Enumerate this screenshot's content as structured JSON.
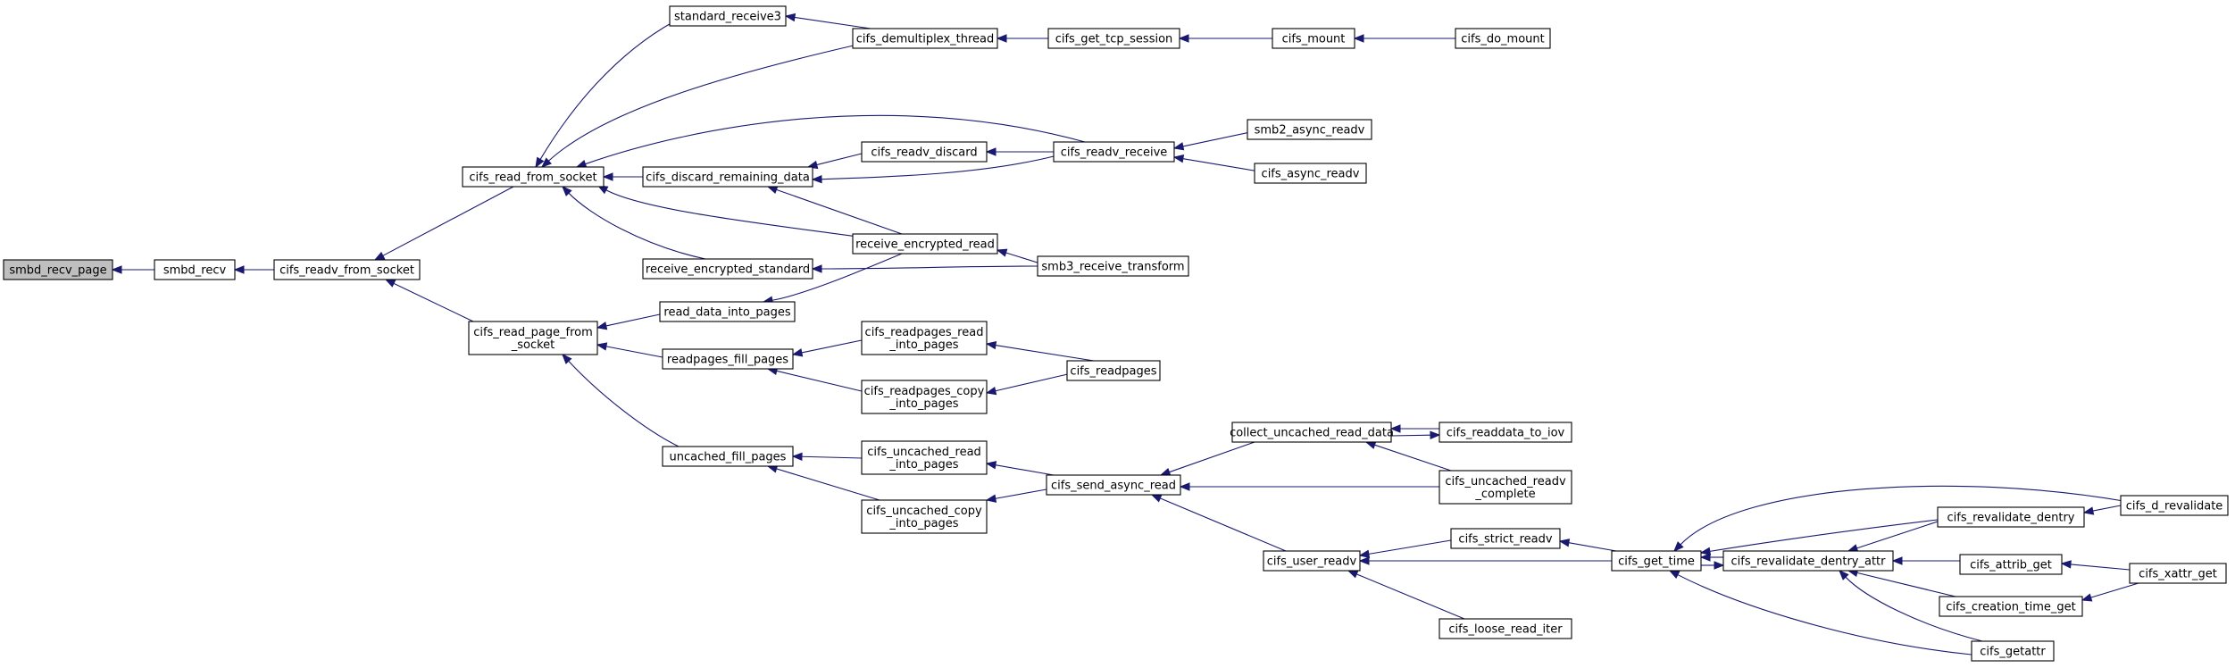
{
  "nodes": [
    {
      "id": "smbd_recv_page",
      "lines": [
        "smbd_recv_page"
      ],
      "highlight": true
    },
    {
      "id": "smbd_recv",
      "lines": [
        "smbd_recv"
      ]
    },
    {
      "id": "cifs_readv_from_socket",
      "lines": [
        "cifs_readv_from_socket"
      ]
    },
    {
      "id": "cifs_read_from_socket",
      "lines": [
        "cifs_read_from_socket"
      ]
    },
    {
      "id": "cifs_read_page_from_socket",
      "lines": [
        "cifs_read_page_from",
        "_socket"
      ]
    },
    {
      "id": "standard_receive3",
      "lines": [
        "standard_receive3"
      ]
    },
    {
      "id": "cifs_discard_remaining_data",
      "lines": [
        "cifs_discard_remaining_data"
      ]
    },
    {
      "id": "receive_encrypted_standard",
      "lines": [
        "receive_encrypted_standard"
      ]
    },
    {
      "id": "read_data_into_pages",
      "lines": [
        "read_data_into_pages"
      ]
    },
    {
      "id": "readpages_fill_pages",
      "lines": [
        "readpages_fill_pages"
      ]
    },
    {
      "id": "uncached_fill_pages",
      "lines": [
        "uncached_fill_pages"
      ]
    },
    {
      "id": "cifs_demultiplex_thread",
      "lines": [
        "cifs_demultiplex_thread"
      ]
    },
    {
      "id": "cifs_readv_discard",
      "lines": [
        "cifs_readv_discard"
      ]
    },
    {
      "id": "receive_encrypted_read",
      "lines": [
        "receive_encrypted_read"
      ]
    },
    {
      "id": "cifs_readpages_read_into_pages",
      "lines": [
        "cifs_readpages_read",
        "_into_pages"
      ]
    },
    {
      "id": "cifs_readpages_copy_into_pages",
      "lines": [
        "cifs_readpages_copy",
        "_into_pages"
      ]
    },
    {
      "id": "cifs_uncached_read_into_pages",
      "lines": [
        "cifs_uncached_read",
        "_into_pages"
      ]
    },
    {
      "id": "cifs_uncached_copy_into_pages",
      "lines": [
        "cifs_uncached_copy",
        "_into_pages"
      ]
    },
    {
      "id": "cifs_get_tcp_session",
      "lines": [
        "cifs_get_tcp_session"
      ]
    },
    {
      "id": "cifs_readv_receive",
      "lines": [
        "cifs_readv_receive"
      ]
    },
    {
      "id": "smb3_receive_transform",
      "lines": [
        "smb3_receive_transform"
      ]
    },
    {
      "id": "cifs_readpages",
      "lines": [
        "cifs_readpages"
      ]
    },
    {
      "id": "cifs_send_async_read",
      "lines": [
        "cifs_send_async_read"
      ]
    },
    {
      "id": "cifs_mount",
      "lines": [
        "cifs_mount"
      ]
    },
    {
      "id": "smb2_async_readv",
      "lines": [
        "smb2_async_readv"
      ]
    },
    {
      "id": "cifs_async_readv",
      "lines": [
        "cifs_async_readv"
      ]
    },
    {
      "id": "collect_uncached_read_data",
      "lines": [
        "collect_uncached_read_data"
      ]
    },
    {
      "id": "cifs_user_readv",
      "lines": [
        "cifs_user_readv"
      ]
    },
    {
      "id": "cifs_do_mount",
      "lines": [
        "cifs_do_mount"
      ]
    },
    {
      "id": "cifs_readdata_to_iov",
      "lines": [
        "cifs_readdata_to_iov"
      ]
    },
    {
      "id": "cifs_uncached_readv_complete",
      "lines": [
        "cifs_uncached_readv",
        "_complete"
      ]
    },
    {
      "id": "cifs_strict_readv",
      "lines": [
        "cifs_strict_readv"
      ]
    },
    {
      "id": "cifs_loose_read_iter",
      "lines": [
        "cifs_loose_read_iter"
      ]
    },
    {
      "id": "cifs_get_time",
      "lines": [
        "cifs_get_time"
      ]
    },
    {
      "id": "cifs_revalidate_dentry_attr",
      "lines": [
        "cifs_revalidate_dentry_attr"
      ]
    },
    {
      "id": "cifs_revalidate_dentry",
      "lines": [
        "cifs_revalidate_dentry"
      ]
    },
    {
      "id": "cifs_attrib_get",
      "lines": [
        "cifs_attrib_get"
      ]
    },
    {
      "id": "cifs_creation_time_get",
      "lines": [
        "cifs_creation_time_get"
      ]
    },
    {
      "id": "cifs_getattr",
      "lines": [
        "cifs_getattr"
      ]
    },
    {
      "id": "cifs_d_revalidate",
      "lines": [
        "cifs_d_revalidate"
      ]
    },
    {
      "id": "cifs_xattr_get",
      "lines": [
        "cifs_xattr_get"
      ]
    }
  ],
  "edges": [
    [
      "smbd_recv",
      "smbd_recv_page"
    ],
    [
      "cifs_readv_from_socket",
      "smbd_recv"
    ],
    [
      "cifs_read_from_socket",
      "cifs_readv_from_socket"
    ],
    [
      "cifs_read_page_from_socket",
      "cifs_readv_from_socket"
    ],
    [
      "standard_receive3",
      "cifs_read_from_socket"
    ],
    [
      "cifs_demultiplex_thread",
      "cifs_read_from_socket"
    ],
    [
      "cifs_discard_remaining_data",
      "cifs_read_from_socket"
    ],
    [
      "cifs_readv_receive",
      "cifs_read_from_socket"
    ],
    [
      "receive_encrypted_standard",
      "cifs_read_from_socket"
    ],
    [
      "receive_encrypted_read",
      "cifs_read_from_socket"
    ],
    [
      "cifs_demultiplex_thread",
      "standard_receive3"
    ],
    [
      "cifs_get_tcp_session",
      "cifs_demultiplex_thread"
    ],
    [
      "cifs_mount",
      "cifs_get_tcp_session"
    ],
    [
      "cifs_do_mount",
      "cifs_mount"
    ],
    [
      "cifs_readv_discard",
      "cifs_discard_remaining_data"
    ],
    [
      "cifs_readv_receive",
      "cifs_discard_remaining_data"
    ],
    [
      "receive_encrypted_read",
      "cifs_discard_remaining_data"
    ],
    [
      "cifs_readv_receive",
      "cifs_readv_discard"
    ],
    [
      "smb2_async_readv",
      "cifs_readv_receive"
    ],
    [
      "cifs_async_readv",
      "cifs_readv_receive"
    ],
    [
      "smb3_receive_transform",
      "receive_encrypted_read"
    ],
    [
      "smb3_receive_transform",
      "receive_encrypted_standard"
    ],
    [
      "read_data_into_pages",
      "cifs_read_page_from_socket"
    ],
    [
      "readpages_fill_pages",
      "cifs_read_page_from_socket"
    ],
    [
      "uncached_fill_pages",
      "cifs_read_page_from_socket"
    ],
    [
      "receive_encrypted_read",
      "read_data_into_pages"
    ],
    [
      "cifs_readpages_read_into_pages",
      "readpages_fill_pages"
    ],
    [
      "cifs_readpages_copy_into_pages",
      "readpages_fill_pages"
    ],
    [
      "cifs_readpages",
      "cifs_readpages_read_into_pages"
    ],
    [
      "cifs_readpages",
      "cifs_readpages_copy_into_pages"
    ],
    [
      "cifs_uncached_read_into_pages",
      "uncached_fill_pages"
    ],
    [
      "cifs_uncached_copy_into_pages",
      "uncached_fill_pages"
    ],
    [
      "cifs_send_async_read",
      "cifs_uncached_read_into_pages"
    ],
    [
      "cifs_send_async_read",
      "cifs_uncached_copy_into_pages"
    ],
    [
      "collect_uncached_read_data",
      "cifs_send_async_read"
    ],
    [
      "cifs_uncached_readv_complete",
      "cifs_send_async_read"
    ],
    [
      "cifs_user_readv",
      "cifs_send_async_read"
    ],
    [
      "cifs_readdata_to_iov",
      "collect_uncached_read_data"
    ],
    [
      "cifs_uncached_readv_complete",
      "collect_uncached_read_data"
    ],
    [
      "collect_uncached_read_data",
      "cifs_readdata_to_iov"
    ],
    [
      "cifs_strict_readv",
      "cifs_user_readv"
    ],
    [
      "cifs_get_time",
      "cifs_user_readv"
    ],
    [
      "cifs_loose_read_iter",
      "cifs_user_readv"
    ],
    [
      "cifs_get_time",
      "cifs_strict_readv"
    ],
    [
      "cifs_revalidate_dentry_attr",
      "cifs_get_time"
    ],
    [
      "cifs_revalidate_dentry",
      "cifs_get_time"
    ],
    [
      "cifs_d_revalidate",
      "cifs_get_time"
    ],
    [
      "cifs_getattr",
      "cifs_get_time"
    ],
    [
      "cifs_get_time",
      "cifs_revalidate_dentry_attr"
    ],
    [
      "cifs_revalidate_dentry",
      "cifs_revalidate_dentry_attr"
    ],
    [
      "cifs_attrib_get",
      "cifs_revalidate_dentry_attr"
    ],
    [
      "cifs_creation_time_get",
      "cifs_revalidate_dentry_attr"
    ],
    [
      "cifs_getattr",
      "cifs_revalidate_dentry_attr"
    ],
    [
      "cifs_d_revalidate",
      "cifs_revalidate_dentry"
    ],
    [
      "cifs_xattr_get",
      "cifs_attrib_get"
    ],
    [
      "cifs_xattr_get",
      "cifs_creation_time_get"
    ]
  ]
}
